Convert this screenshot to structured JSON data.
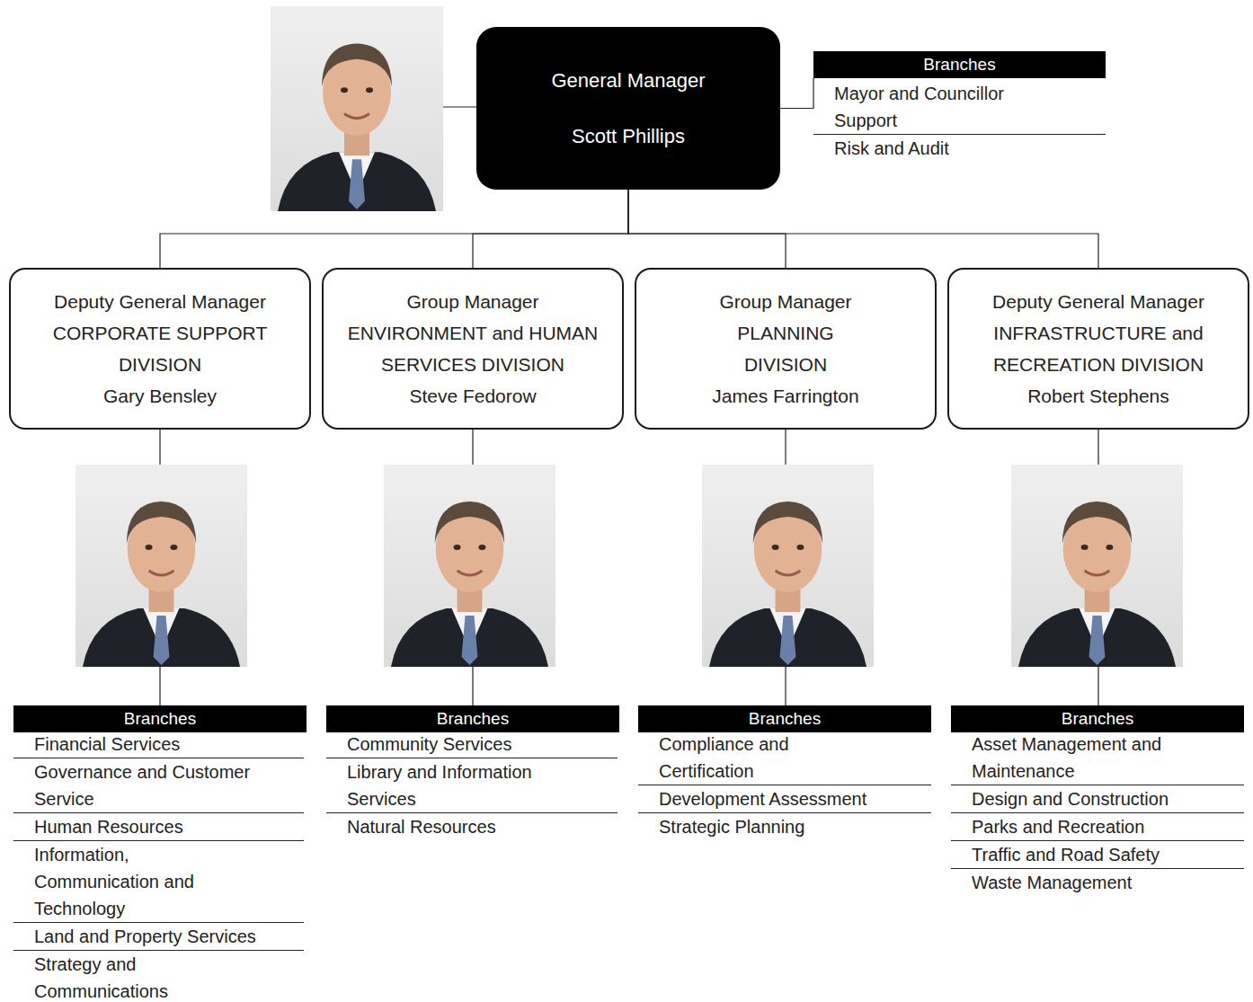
{
  "diagram": {
    "nodes": [
      {
        "text": [
          "General Manager",
          "Scott Phillips"
        ]
      },
      {
        "text": [
          "Branches"
        ]
      },
      {
        "text": [
          "Deputy General Manager",
          "CORPORATE SUPPORT DIVISION",
          "Gary Bensley"
        ]
      },
      {
        "text": [
          "Group Manager",
          "ENVIRONMENT and HUMAN SERVICES DIVISION",
          "Steve Fedorow"
        ]
      },
      {
        "text": [
          "Group Manager",
          "PLANNING DIVISION",
          "James Farrington"
        ]
      },
      {
        "text": [
          "Deputy General Manager",
          "INFRASTRUCTURE and RECREATION DIVISION",
          "Robert Stephens"
        ]
      },
      {
        "text": [
          "Branches"
        ]
      },
      {
        "text": [
          "Branches"
        ]
      },
      {
        "text": [
          "Branches"
        ]
      },
      {
        "text": [
          "Branches"
        ]
      }
    ],
    "edges": [
      {
        "from": 0,
        "to": 1,
        "arrow": "none"
      },
      {
        "from": 0,
        "to": 2,
        "arrow": "none"
      },
      {
        "from": 0,
        "to": 3,
        "arrow": "none"
      },
      {
        "from": 0,
        "to": 4,
        "arrow": "none"
      },
      {
        "from": 0,
        "to": 5,
        "arrow": "none"
      },
      {
        "from": 2,
        "to": 6,
        "arrow": "none"
      },
      {
        "from": 3,
        "to": 7,
        "arrow": "none"
      },
      {
        "from": 4,
        "to": 8,
        "arrow": "none"
      },
      {
        "from": 5,
        "to": 9,
        "arrow": "none"
      }
    ],
    "labels": [
      "Mayor and Councillor Support",
      "Risk and Audit",
      "Financial Services",
      "Governance and Customer Service",
      "Human Resources",
      "Information, Communication and Technology",
      "Land and Property Services",
      "Strategy and Communications",
      "Community Services",
      "Library and Information Services",
      "Natural Resources",
      "Compliance and Certification",
      "Development Assessment",
      "Strategic Planning",
      "Asset Management and Maintenance",
      "Design and Construction",
      "Parks and Recreation",
      "Traffic and Road Safety",
      "Waste Management"
    ]
  }
}
